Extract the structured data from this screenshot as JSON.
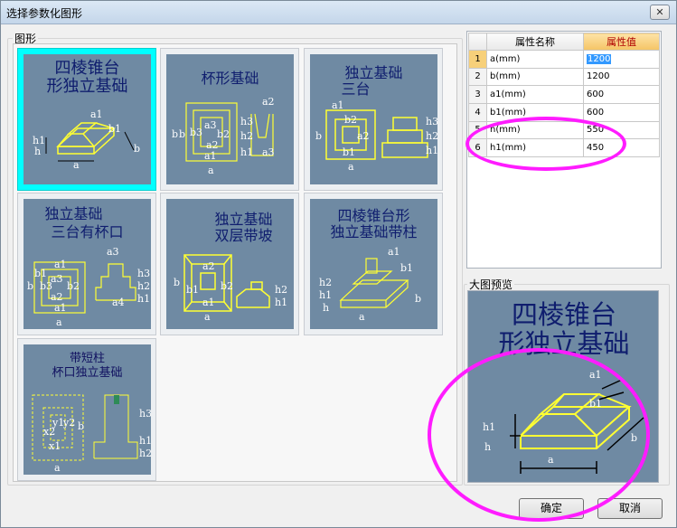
{
  "window": {
    "title": "选择参数化图形",
    "close_glyph": "✕"
  },
  "gallery": {
    "label": "图形",
    "items": [
      {
        "title_lines": [
          "四棱锥台",
          "形独立基础"
        ],
        "labels": [
          "a1",
          "b1",
          "h1",
          "h",
          "a",
          "b"
        ]
      },
      {
        "title_lines": [
          "杯形基础"
        ],
        "labels": [
          "a2",
          "b",
          "b",
          "b3",
          "b2",
          "a3",
          "a2",
          "a1",
          "h3",
          "h2",
          "h1",
          "a3",
          "a"
        ]
      },
      {
        "title_lines": [
          "独立基础",
          "三台"
        ],
        "labels": [
          "a1",
          "b2",
          "a2",
          "b1",
          "a",
          "b",
          "h3",
          "h2",
          "h1"
        ]
      },
      {
        "title_lines": [
          "独立基础",
          "三台有杯口"
        ],
        "labels": [
          "a1",
          "a3",
          "b1",
          "a3",
          "b2",
          "b3",
          "a2",
          "a1",
          "a",
          "b",
          "h3",
          "h2",
          "h1",
          "a4"
        ]
      },
      {
        "title_lines": [
          "独立基础",
          "双层带坡"
        ],
        "labels": [
          "a2",
          "b1",
          "b2",
          "a1",
          "a",
          "b",
          "h2",
          "h1"
        ]
      },
      {
        "title_lines": [
          "四棱锥台形",
          "独立基础带柱"
        ],
        "labels": [
          "a1",
          "b1",
          "h2",
          "h1",
          "h",
          "a",
          "b"
        ]
      },
      {
        "title_lines": [
          "带短柱",
          "杯口独立基础"
        ],
        "labels": [
          "x2",
          "y1",
          "x1",
          "y2",
          "b",
          "a",
          "h3",
          "h1",
          "h2"
        ]
      }
    ]
  },
  "properties": {
    "col_name": "属性名称",
    "col_value": "属性值",
    "rows": [
      {
        "idx": "1",
        "name": "a(mm)",
        "value": "1200",
        "selected": true
      },
      {
        "idx": "2",
        "name": "b(mm)",
        "value": "1200"
      },
      {
        "idx": "3",
        "name": "a1(mm)",
        "value": "600"
      },
      {
        "idx": "4",
        "name": "b1(mm)",
        "value": "600"
      },
      {
        "idx": "5",
        "name": "h(mm)",
        "value": "550"
      },
      {
        "idx": "6",
        "name": "h1(mm)",
        "value": "450"
      }
    ]
  },
  "preview": {
    "label": "大图预览",
    "title_lines": [
      "四棱锥台",
      "形独立基础"
    ],
    "labels": {
      "a1": "a1",
      "b1": "b1",
      "h1": "h1",
      "h": "h",
      "a": "a",
      "b": "b"
    }
  },
  "buttons": {
    "ok": "确定",
    "cancel": "取消"
  },
  "colors": {
    "thumb_bg": "#6f8aa3",
    "drawing": "#ffff33",
    "selection": "#00ffff",
    "annotation": "#ff1cff"
  }
}
